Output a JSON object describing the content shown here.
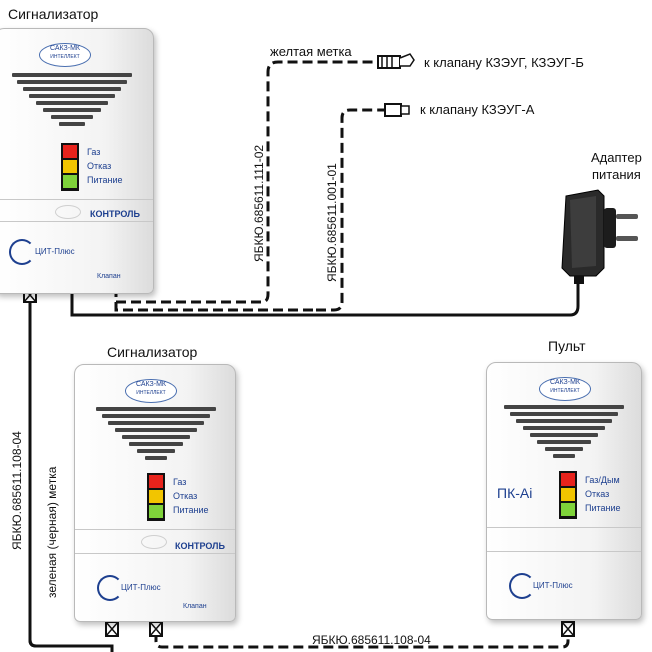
{
  "labels": {
    "top_device": "Сигнализатор",
    "middle_device": "Сигнализатор",
    "console": "Пульт",
    "yellow_mark": "желтая метка",
    "valve_b": "к клапану КЗЭУГ, КЗЭУГ-Б",
    "valve_a": "к клапану КЗЭУГ-А",
    "adapter_line1": "Адаптер",
    "adapter_line2": "питания",
    "cable_top1": "ЯБКЮ.685611.111-02",
    "cable_top2": "ЯБКЮ.685611.001-01",
    "cable_left": "ЯБКЮ.685611.108-04",
    "cable_left_mark": "зеленая (черная) метка",
    "cable_bottom": "ЯБКЮ.685611.108-04"
  },
  "device": {
    "logo": "САКЗ-МК",
    "logo_sub": "ИНТЕЛЛЕКТ",
    "led_gas": "Газ",
    "led_fault": "Отказ",
    "led_power": "Питание",
    "control": "КОНТРОЛЬ",
    "brand": "ЦИТ-Плюс",
    "valve": "Клапан"
  },
  "console_device": {
    "model": "ПК-Ai",
    "led_gas": "Газ/Дым",
    "led_fault": "Отказ",
    "led_power": "Питание"
  },
  "colors": {
    "led_red": "#e8231c",
    "led_yellow": "#f2c500",
    "led_green": "#7fd33a",
    "text_blue": "#1d3f8f"
  }
}
